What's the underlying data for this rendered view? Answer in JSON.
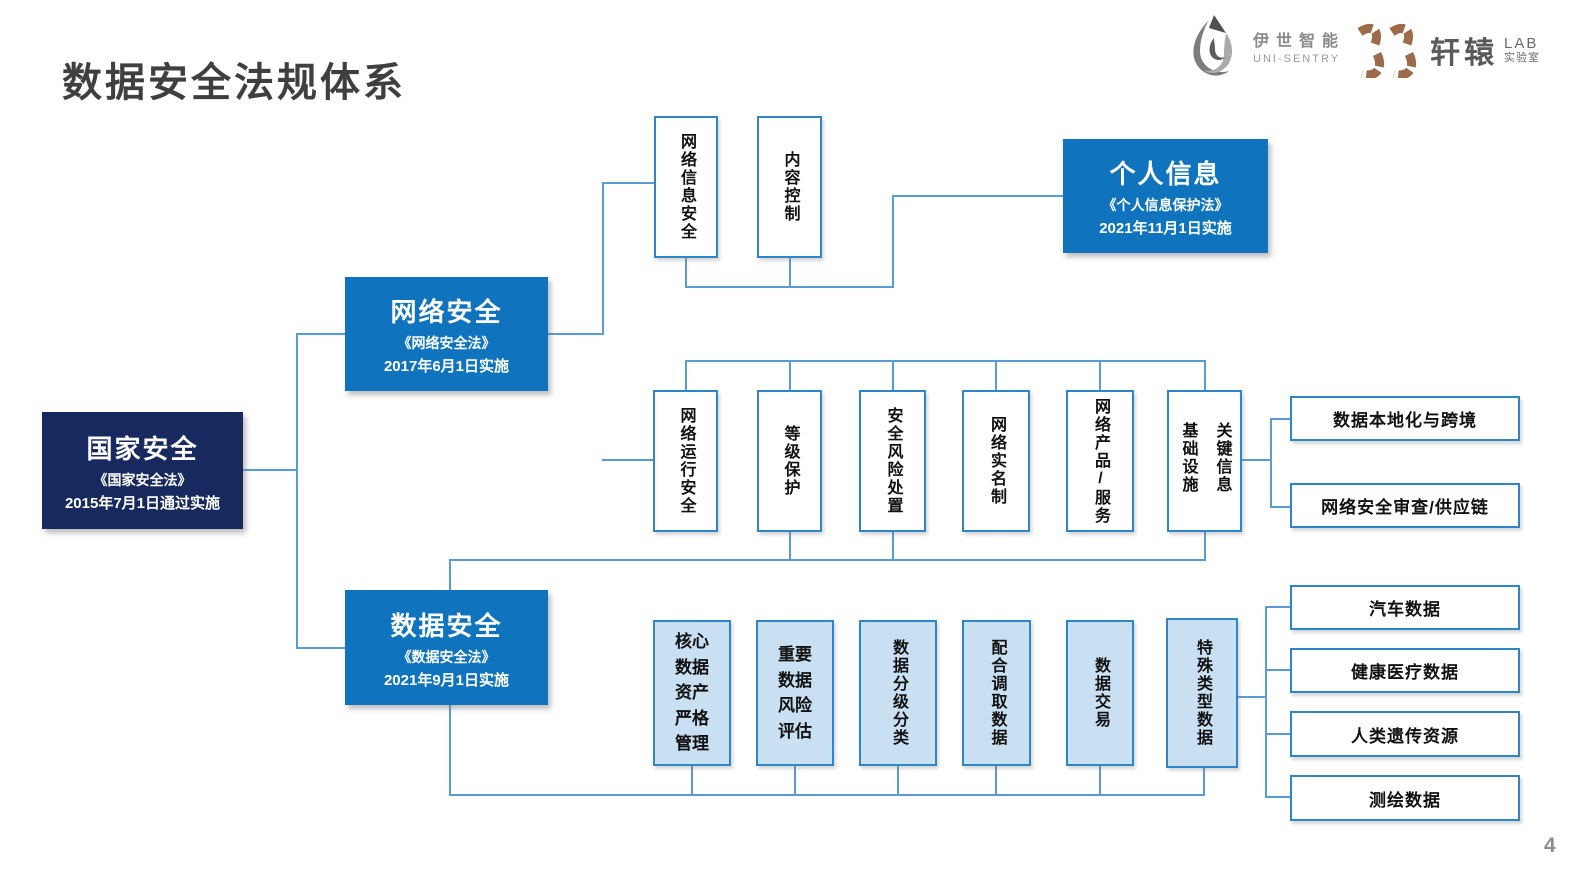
{
  "page": {
    "title": "数据安全法规体系",
    "page_number": "4"
  },
  "logos": {
    "unisentry": {
      "name": "伊世智能",
      "subtitle": "UNI-SENTRY"
    },
    "xuanyuan": {
      "name": "轩辕",
      "lab": "LAB",
      "subtitle": "实验室"
    }
  },
  "nodes": {
    "national": {
      "title": "国家安全",
      "law": "《国家安全法》",
      "date": "2015年7月1日通过实施"
    },
    "network": {
      "title": "网络安全",
      "law": "《网络安全法》",
      "date": "2017年6月1日实施"
    },
    "data_security": {
      "title": "数据安全",
      "law": "《数据安全法》",
      "date": "2021年9月1日实施"
    },
    "personal_info": {
      "title": "个人信息",
      "law": "《个人信息保护法》",
      "date": "2021年11月1日实施"
    },
    "content_items": [
      "网络信息安全",
      "内容控制"
    ],
    "network_items": [
      "网络运行安全",
      "等级保护",
      "安全风险处置",
      "网络实名制",
      "网络产品/服务",
      "关键信息基础设施"
    ],
    "network_side_items": [
      "数据本地化与跨境",
      "网络安全审查/供应链"
    ],
    "data_items": [
      "核心数据资产严格管理",
      "重要数据风险评估",
      "数据分级分类",
      "配合调取数据",
      "数据交易",
      "特殊类型数据"
    ],
    "data_side_items": [
      "汽车数据",
      "健康医疗数据",
      "人类遗传资源",
      "测绘数据"
    ]
  }
}
